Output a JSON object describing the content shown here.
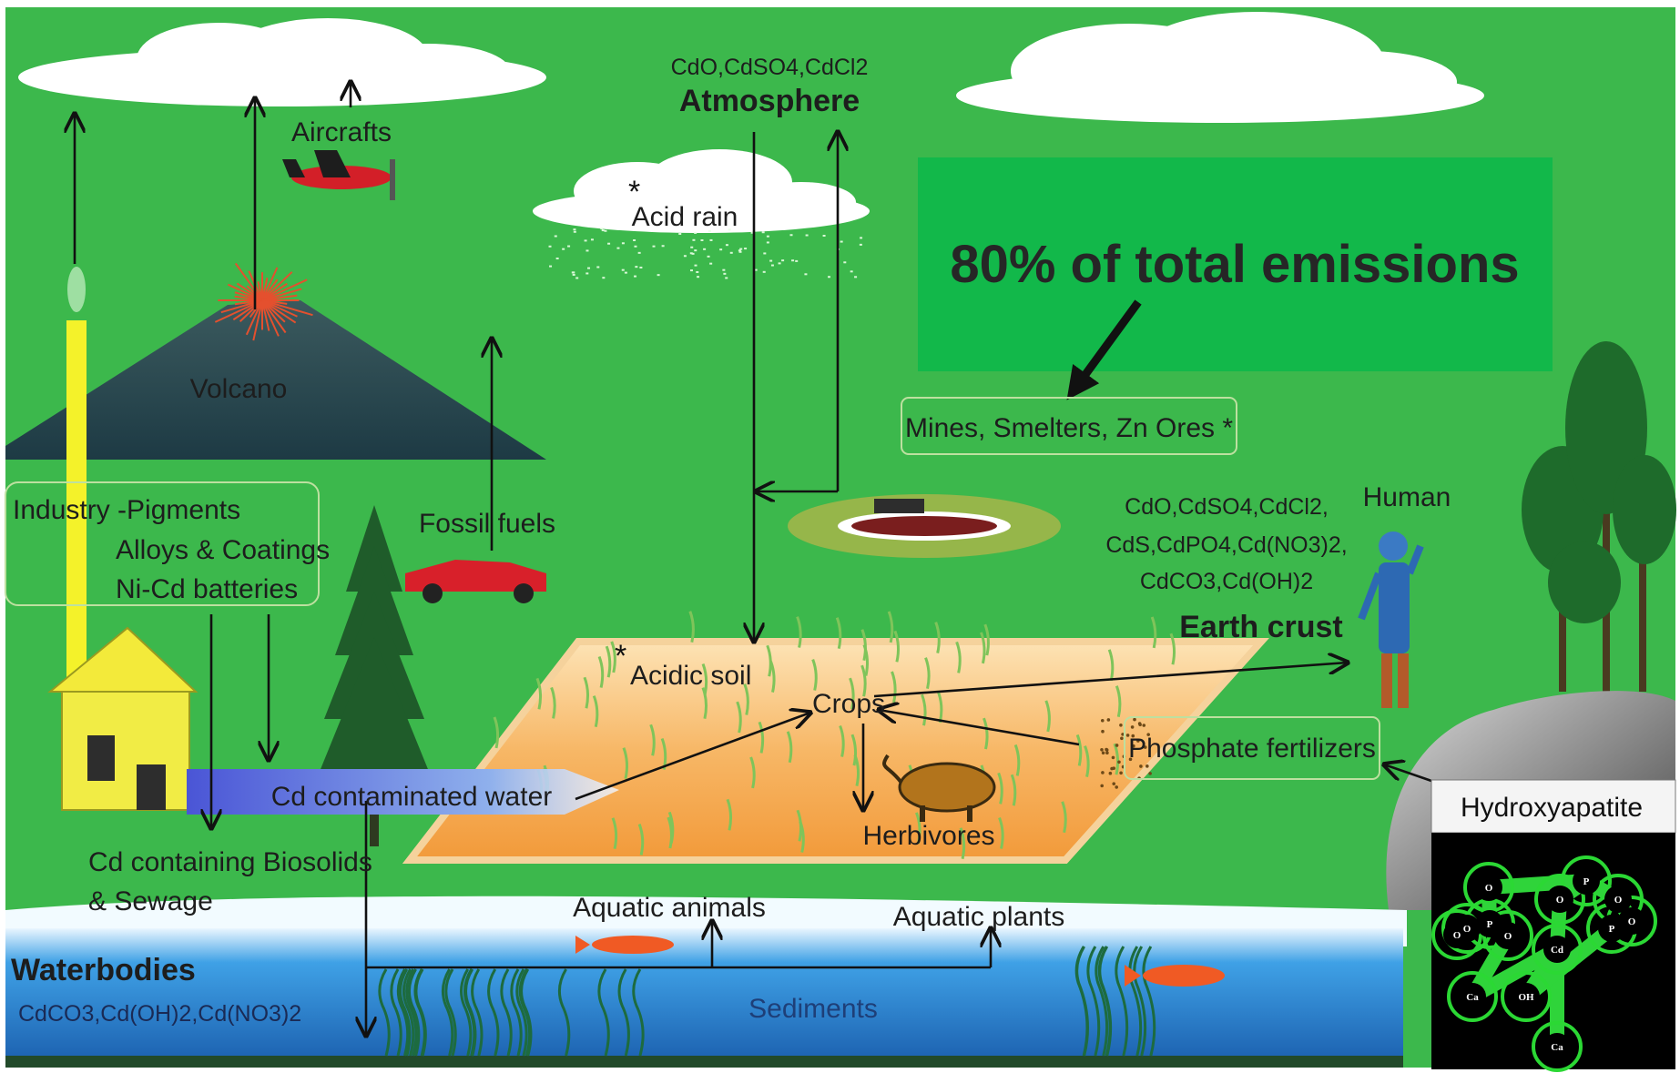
{
  "title": "",
  "callout": {
    "text": "80% of total emissions",
    "box_color": "#12b84a"
  },
  "atmosphere": {
    "compounds": "CdO,CdSO4,CdCl2",
    "label": "Atmosphere"
  },
  "labels": {
    "aircrafts": "Aircrafts",
    "volcano": "Volcano",
    "acid_rain": "Acid rain",
    "mines": "Mines, Smelters, Zn Ores *",
    "industry_line1": "Industry -Pigments",
    "industry_line2": "Alloys & Coatings",
    "industry_line3": "Ni-Cd batteries",
    "fossil_fuels": "Fossil fuels",
    "human": "Human",
    "acidic_soil": "Acidic soil",
    "crops": "Crops",
    "herbivores": "Herbivores",
    "phosphate_fertilizers": "Phosphate fertilizers",
    "cd_water": "Cd contaminated water",
    "biosolids_line1": "Cd containing Biosolids",
    "biosolids_line2": "& Sewage",
    "aquatic_animals": "Aquatic animals",
    "aquatic_plants": "Aquatic plants",
    "waterbodies": "Waterbodies",
    "sediments": "Sediments"
  },
  "earth_crust": {
    "compounds_line1": "CdO,CdSO4,CdCl2,",
    "compounds_line2": "CdS,CdPO4,Cd(NO3)2,",
    "compounds_line3": "CdCO3,Cd(OH)2",
    "label": "Earth crust"
  },
  "water_compounds": "CdCO3,Cd(OH)2,Cd(NO3)2",
  "hydroxyapatite": {
    "title": "Hydroxyapatite",
    "atoms": [
      "O",
      "P",
      "O",
      "O",
      "O",
      "P",
      "O",
      "O",
      "P",
      "O",
      "Cd",
      "Ca",
      "OH",
      "Ca"
    ]
  },
  "colors": {
    "background": "#3cb84c",
    "soil": "#f6a24a",
    "water": "#1f6fc7",
    "cloud": "#ffffff",
    "mountain": "#2f4f55"
  }
}
